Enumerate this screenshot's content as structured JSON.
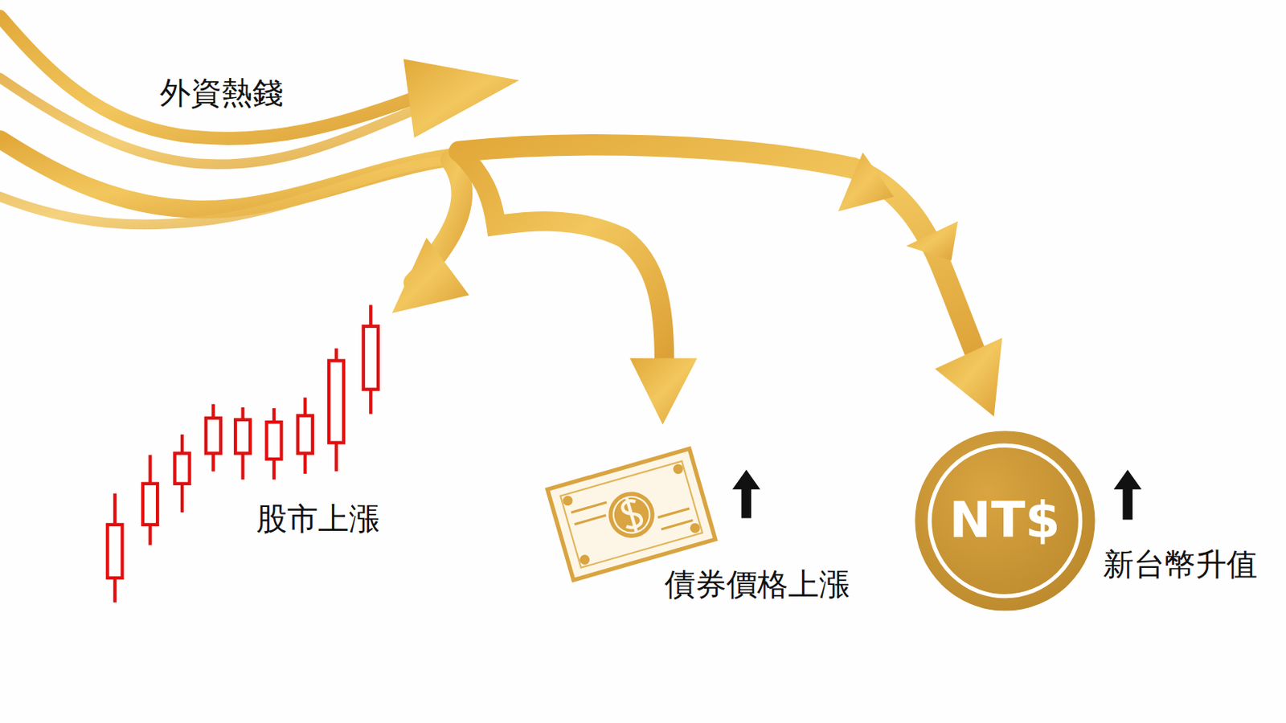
{
  "diagram": {
    "nodes": [
      {
        "text": [
          "NT$"
        ]
      }
    ],
    "labels": [
      "外資熱錢",
      "股市上漲",
      "債券價格上漲",
      "新台幣升值"
    ]
  }
}
